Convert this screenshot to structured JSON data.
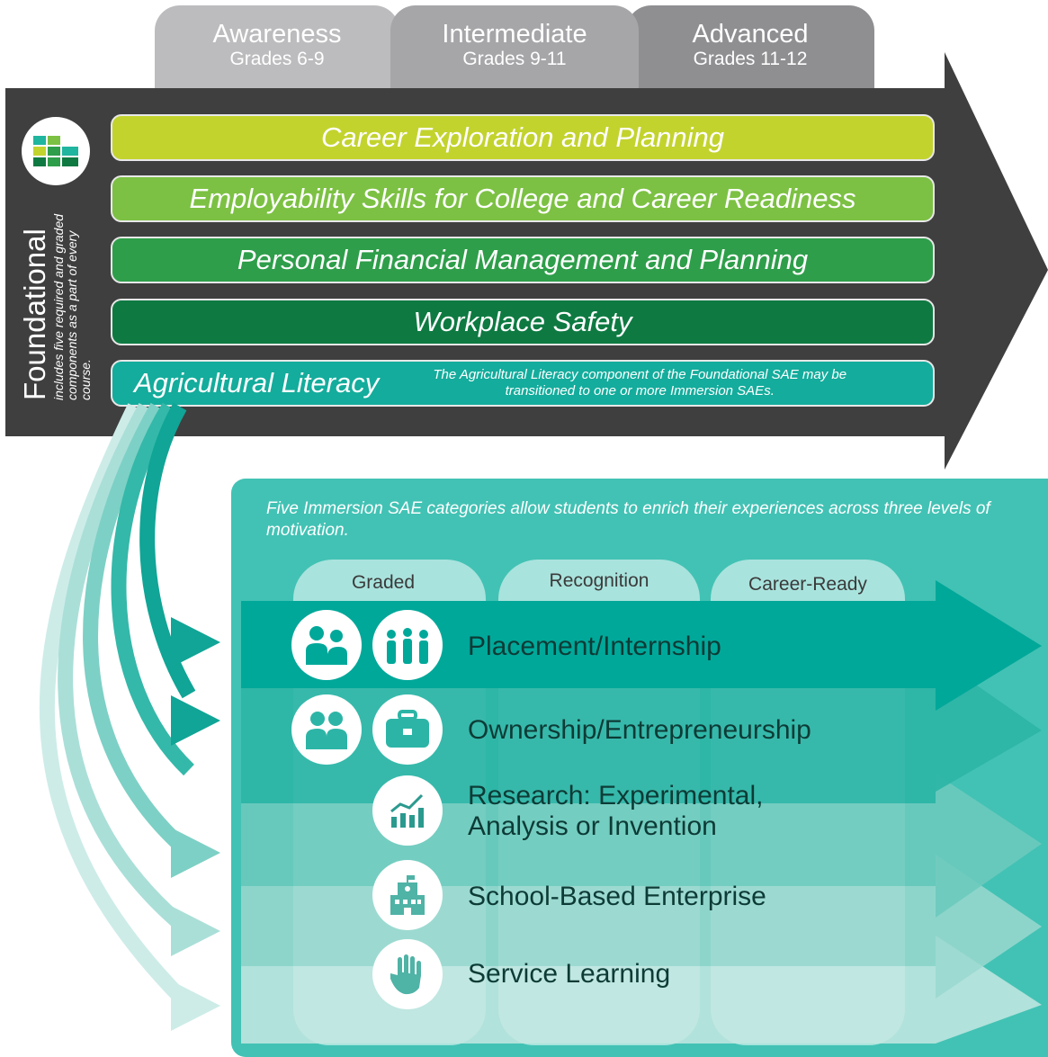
{
  "grade_tabs": [
    {
      "level": "Awareness",
      "grades": "Grades 6-9"
    },
    {
      "level": "Intermediate",
      "grades": "Grades 9-11"
    },
    {
      "level": "Advanced",
      "grades": "Grades 11-12"
    }
  ],
  "foundational": {
    "title": "Foundational",
    "subtitle": "includes five required and graded components as a part of every course.",
    "components": [
      {
        "label": "Career Exploration and Planning",
        "color": "#c3d32e"
      },
      {
        "label": "Employability Skills for College and Career Readiness",
        "color": "#7cc143"
      },
      {
        "label": "Personal Financial Management and Planning",
        "color": "#2e9e4a"
      },
      {
        "label": "Workplace Safety",
        "color": "#0e7a42"
      },
      {
        "label": "Agricultural Literacy",
        "color": "#14ac9c"
      }
    ],
    "ag_lit_note": "The Agricultural Literacy component of the Foundational SAE may be transitioned to one or more Immersion SAEs."
  },
  "immersion": {
    "intro": "Five Immersion SAE categories allow students to enrich their experiences across three levels of motivation.",
    "columns": [
      "Graded",
      "Recognition",
      "Career-Ready"
    ],
    "categories": [
      {
        "label": "Placement/Internship",
        "icons": [
          "mentor-icon",
          "group-icon"
        ],
        "color": "#00a89a"
      },
      {
        "label": "Ownership/Entrepreneurship",
        "icons": [
          "partners-icon",
          "briefcase-icon"
        ],
        "color": "#2cb5a6"
      },
      {
        "label_line1": "Research: Experimental,",
        "label_line2": "Analysis or Invention",
        "icons": [
          "chart-icon"
        ],
        "color": "#6cc9bd"
      },
      {
        "label": "School-Based Enterprise",
        "icons": [
          "school-icon"
        ],
        "color": "#9ad8cf"
      },
      {
        "label": "Service Learning",
        "icons": [
          "hand-icon"
        ],
        "color": "#c4e8e2"
      }
    ]
  },
  "colors": {
    "dark_arrow": "#3f3f3f",
    "tab_gray": "#bcbcbe",
    "immersion_bg": "#42c2b4"
  }
}
